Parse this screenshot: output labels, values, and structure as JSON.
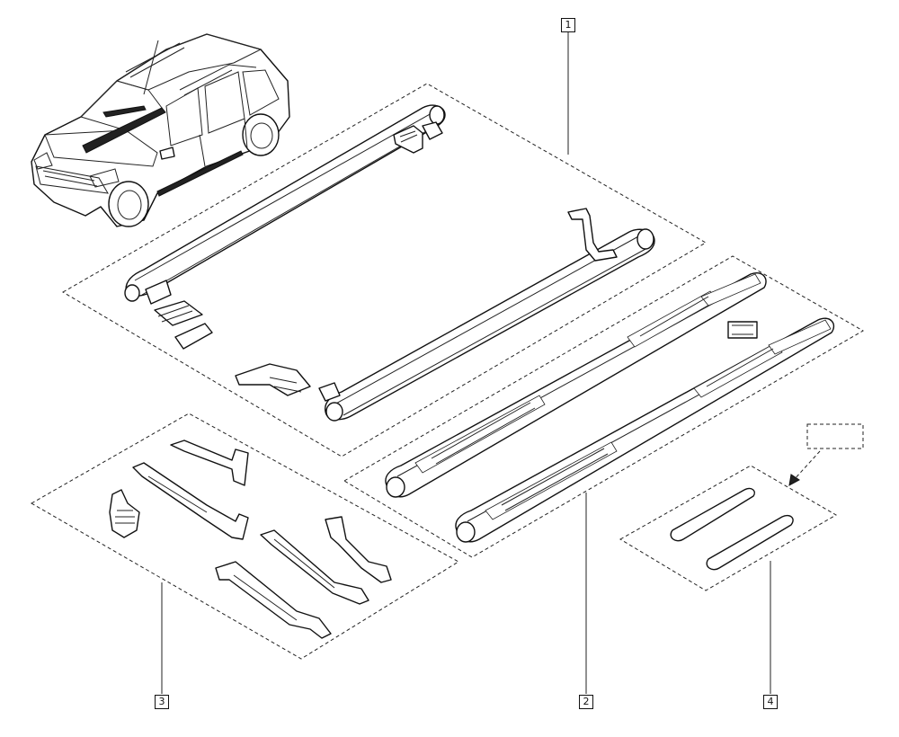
{
  "diagram": {
    "callouts": [
      {
        "id": "callout-1",
        "text": "1"
      },
      {
        "id": "callout-2",
        "text": "2"
      },
      {
        "id": "callout-3",
        "text": "3"
      },
      {
        "id": "callout-4",
        "text": "4"
      }
    ],
    "colors": {
      "line": "#111111",
      "background": "#ffffff",
      "accent_dark": "#222222"
    }
  }
}
